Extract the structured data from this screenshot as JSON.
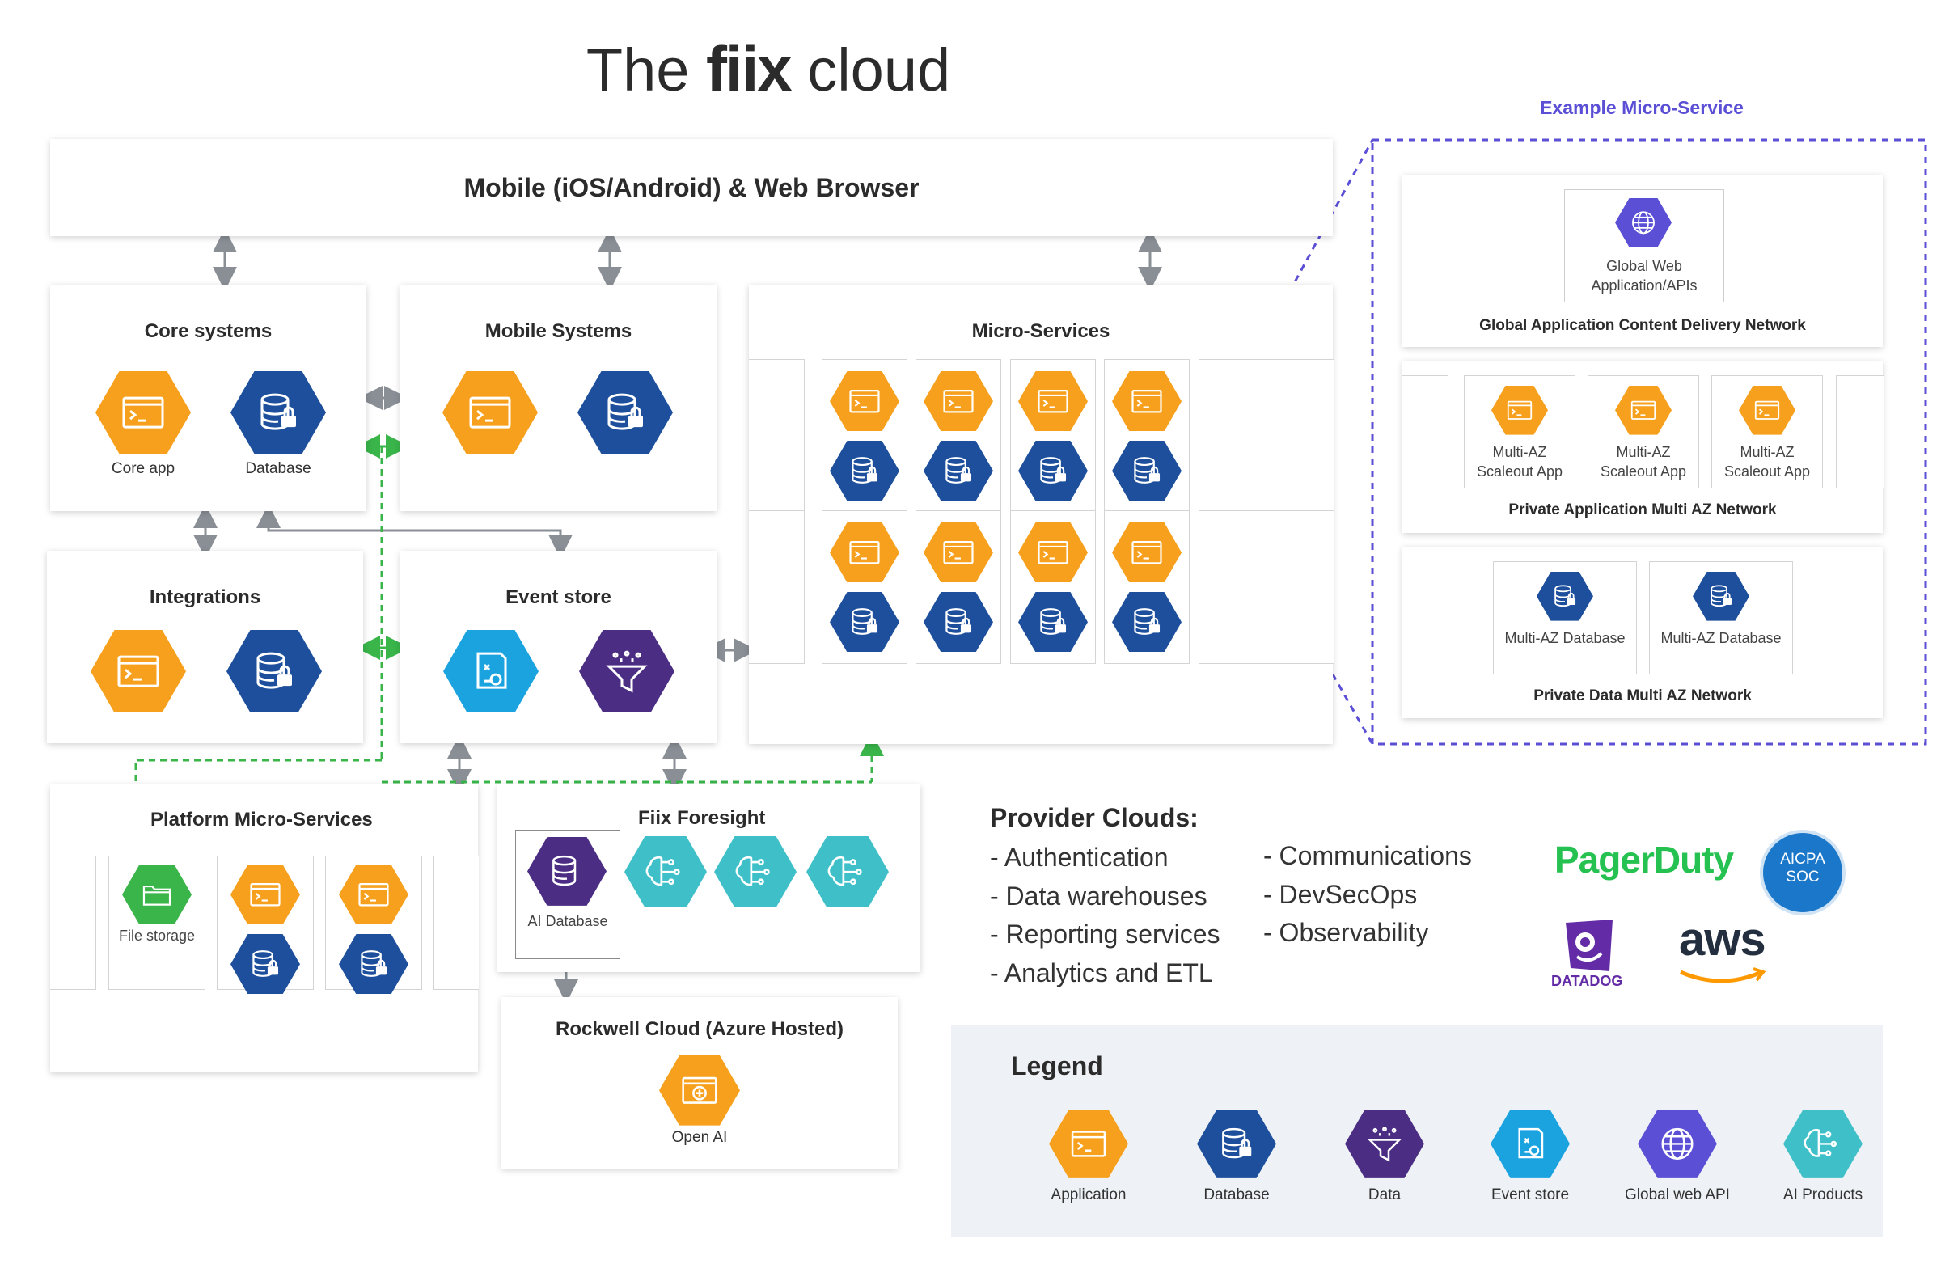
{
  "header": {
    "title_prefix": "The",
    "title_brand": "fiix",
    "title_suffix": "cloud"
  },
  "top_bar": {
    "label": "Mobile (iOS/Android) & Web Browser"
  },
  "core_systems": {
    "title": "Core systems",
    "app_label": "Core app",
    "db_label": "Database"
  },
  "mobile_systems": {
    "title": "Mobile Systems"
  },
  "integrations": {
    "title": "Integrations"
  },
  "event_store": {
    "title": "Event store"
  },
  "micro_services": {
    "title": "Micro-Services"
  },
  "platform": {
    "title": "Platform Micro-Services",
    "file_storage_label": "File storage"
  },
  "foresight": {
    "title": "Fiix Foresight",
    "ai_db_label": "AI Database"
  },
  "rockwell": {
    "title": "Rockwell Cloud (Azure Hosted)",
    "open_ai_label": "Open AI"
  },
  "example": {
    "heading": "Example Micro-Service",
    "global_web_label": "Global Web Application/APIs",
    "cdn_title": "Global Application Content Delivery Network",
    "scaleout_label": "Multi-AZ Scaleout App",
    "private_app_title": "Private Application Multi AZ Network",
    "multi_db_label": "Multi-AZ Database",
    "private_data_title": "Private Data Multi AZ Network"
  },
  "provider": {
    "title": "Provider Clouds:",
    "col1": [
      "- Authentication",
      "- Data warehouses",
      "- Reporting services",
      "- Analytics and ETL"
    ],
    "col2": [
      "- Communications",
      "- DevSecOps",
      "- Observability"
    ]
  },
  "logos": {
    "pagerduty": "PagerDuty",
    "aicpa": "AICPA",
    "soc": "SOC",
    "datadog": "DATADOG",
    "aws": "aws"
  },
  "legend": {
    "title": "Legend",
    "items": [
      "Application",
      "Database",
      "Data",
      "Event store",
      "Global web API",
      "AI Products"
    ]
  },
  "colors": {
    "application": "#f7a01d",
    "database": "#1d4f9c",
    "data": "#4b2e83",
    "event_store": "#1ba3e0",
    "global_api": "#5b4fd6",
    "ai": "#3fc0c9",
    "file": "#39b54a",
    "dashed_green": "#39b54a",
    "dashed_purple": "#5b4fd6"
  }
}
